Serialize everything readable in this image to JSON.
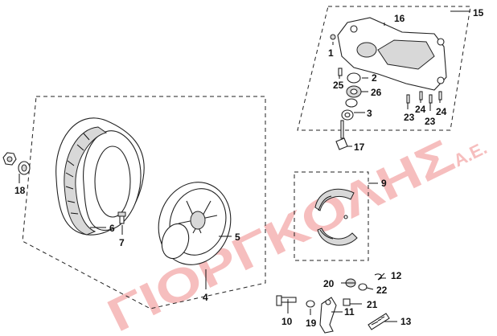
{
  "watermark": {
    "main": "ΓΙΟΡΓΚΟΛΗΣ",
    "suffix": "A.E.",
    "color": "#f08a8a"
  },
  "callouts": [
    {
      "id": "c1",
      "text": "1"
    },
    {
      "id": "c2",
      "text": "2"
    },
    {
      "id": "c3",
      "text": "3"
    },
    {
      "id": "c4",
      "text": "4"
    },
    {
      "id": "c5",
      "text": "5"
    },
    {
      "id": "c6",
      "text": "6"
    },
    {
      "id": "c7",
      "text": "7"
    },
    {
      "id": "c9",
      "text": "9"
    },
    {
      "id": "c10",
      "text": "10"
    },
    {
      "id": "c11",
      "text": "11"
    },
    {
      "id": "c12",
      "text": "12"
    },
    {
      "id": "c13",
      "text": "13"
    },
    {
      "id": "c15",
      "text": "15"
    },
    {
      "id": "c16",
      "text": "16"
    },
    {
      "id": "c17",
      "text": "17"
    },
    {
      "id": "c18",
      "text": "18"
    },
    {
      "id": "c19",
      "text": "19"
    },
    {
      "id": "c20",
      "text": "20"
    },
    {
      "id": "c21",
      "text": "21"
    },
    {
      "id": "c22",
      "text": "22"
    },
    {
      "id": "c23a",
      "text": "23"
    },
    {
      "id": "c23b",
      "text": "23"
    },
    {
      "id": "c24a",
      "text": "24"
    },
    {
      "id": "c24b",
      "text": "24"
    },
    {
      "id": "c25",
      "text": "25"
    },
    {
      "id": "c26",
      "text": "26"
    }
  ]
}
